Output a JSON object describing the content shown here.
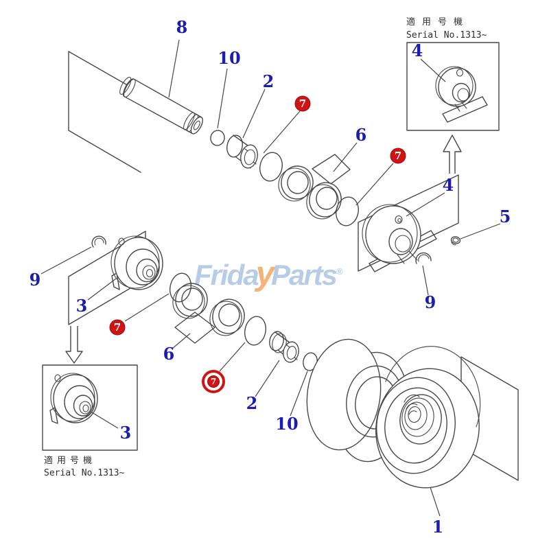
{
  "watermark": {
    "text_left": "Frida",
    "text_swoosh": "y",
    "text_right": "Parts",
    "registered": "®"
  },
  "notes": {
    "top_right": {
      "line1": "適用号機",
      "line2": "Serial No.1313~"
    },
    "bottom_left": {
      "line1": "適用号機",
      "line2": "Serial No.1313~"
    }
  },
  "callouts": {
    "1": "1",
    "2": "2",
    "3": "3",
    "4": "4",
    "5": "5",
    "6": "6",
    "7": "7",
    "8": "8",
    "9": "9",
    "10": "10"
  },
  "colors": {
    "label_blue": "#1c1cae",
    "marker_red": "#cf1414",
    "line": "#474747",
    "logo_blue": "#b7cde7",
    "logo_orange": "#f2b478",
    "note_color": "#2e2e2e"
  }
}
